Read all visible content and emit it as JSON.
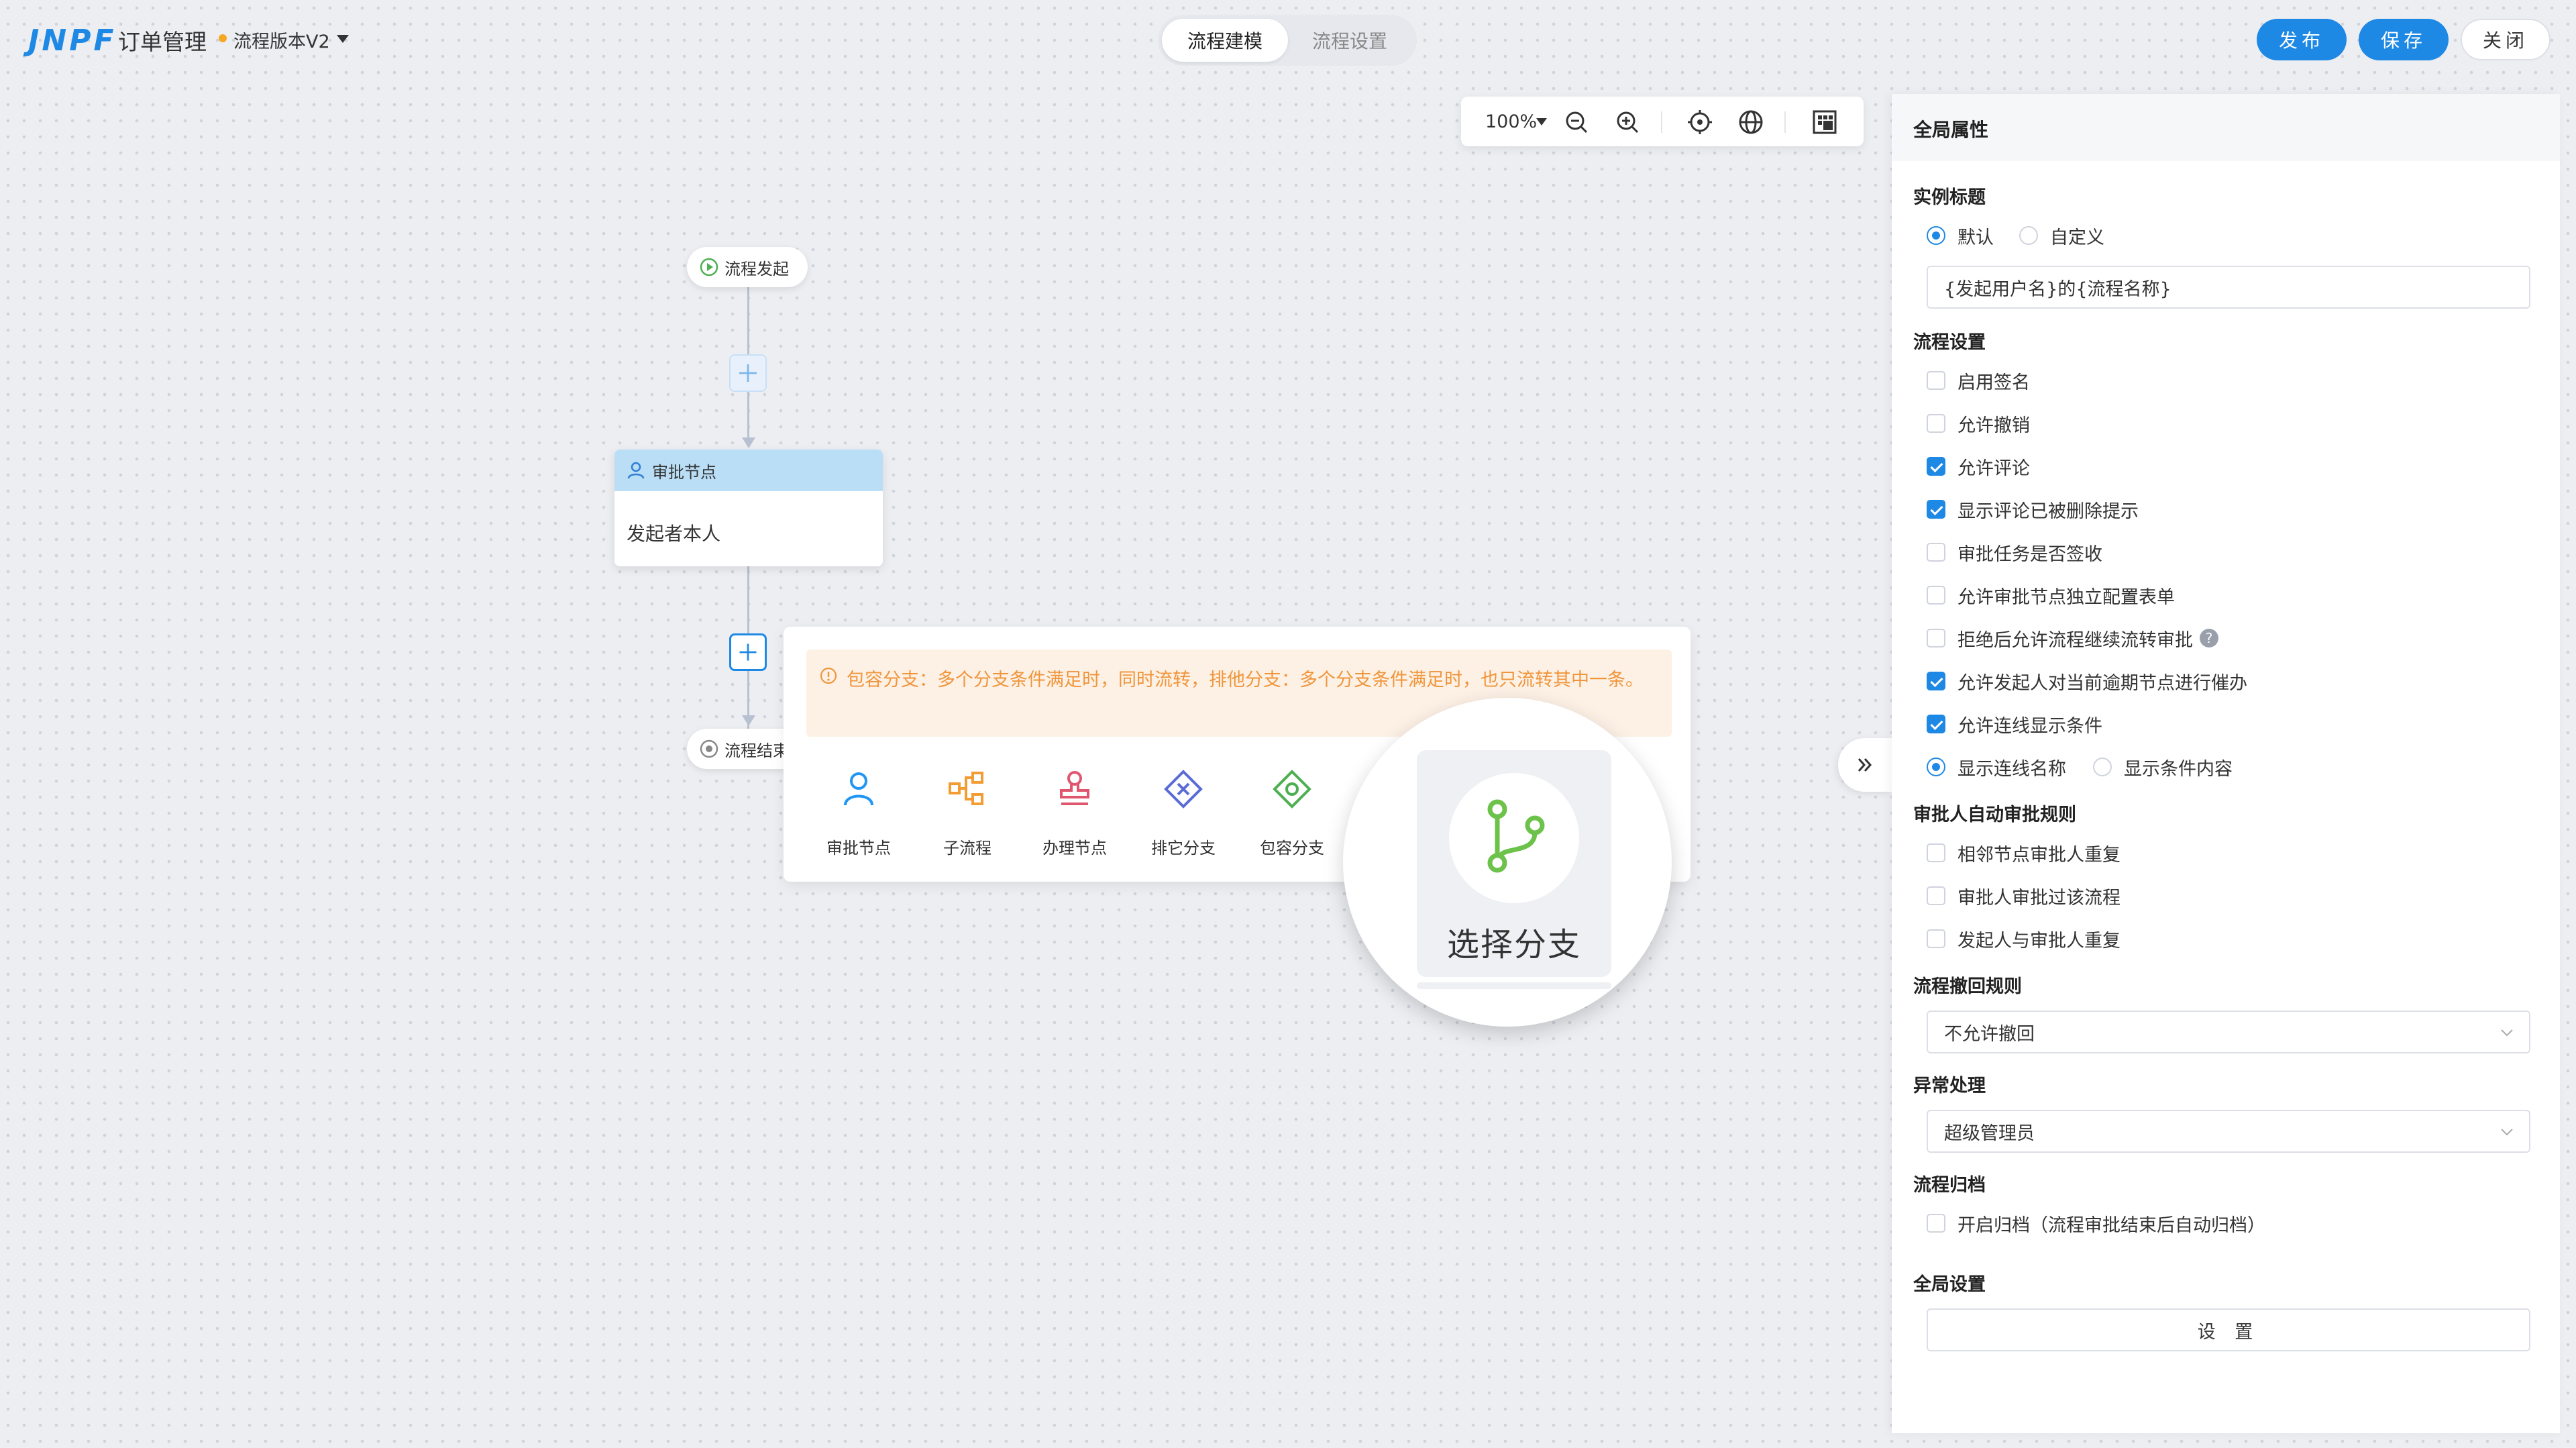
{
  "header": {
    "logo_text": "JNPF",
    "app_title": "订单管理",
    "version_label": "流程版本V2",
    "tabs": [
      {
        "label": "流程建模",
        "active": true
      },
      {
        "label": "流程设置",
        "active": false
      }
    ],
    "buttons": {
      "publish": "发布",
      "save": "保存",
      "close": "关闭"
    },
    "accent_color": "#1e88e5"
  },
  "toolbar": {
    "zoom": "100%",
    "icons": [
      "zoom-out-icon",
      "zoom-in-icon",
      "locate-icon",
      "globe-icon",
      "minimap-icon"
    ]
  },
  "flow": {
    "start_label": "流程发起",
    "approver_node": {
      "title": "审批节点",
      "content": "发起者本人"
    },
    "end_label": "流程结束"
  },
  "popup": {
    "notice": "包容分支：多个分支条件满足时，同时流转，排他分支：多个分支条件满足时，也只流转其中一条。",
    "items": [
      {
        "label": "审批节点",
        "icon": "user-icon"
      },
      {
        "label": "子流程",
        "icon": "subflow-icon"
      },
      {
        "label": "办理节点",
        "icon": "stamp-icon"
      },
      {
        "label": "排它分支",
        "icon": "exclusive-branch-icon"
      },
      {
        "label": "包容分支",
        "icon": "inclusive-branch-icon"
      }
    ],
    "magnified": {
      "label": "选择分支",
      "icon": "branch-icon"
    }
  },
  "panel": {
    "title": "全局属性",
    "instance_title": {
      "section": "实例标题",
      "options": [
        {
          "label": "默认",
          "checked": true
        },
        {
          "label": "自定义",
          "checked": false
        }
      ],
      "value": "{发起用户名}的{流程名称}"
    },
    "flow_settings": {
      "section": "流程设置",
      "items": [
        {
          "label": "启用签名",
          "checked": false
        },
        {
          "label": "允许撤销",
          "checked": false
        },
        {
          "label": "允许评论",
          "checked": true
        },
        {
          "label": "显示评论已被删除提示",
          "checked": true
        },
        {
          "label": "审批任务是否签收",
          "checked": false
        },
        {
          "label": "允许审批节点独立配置表单",
          "checked": false
        },
        {
          "label": "拒绝后允许流程继续流转审批",
          "checked": false,
          "help": true
        },
        {
          "label": "允许发起人对当前逾期节点进行催办",
          "checked": true
        },
        {
          "label": "允许连线显示条件",
          "checked": true
        }
      ],
      "display_options": [
        {
          "label": "显示连线名称",
          "checked": true
        },
        {
          "label": "显示条件内容",
          "checked": false
        }
      ]
    },
    "auto_rules": {
      "section": "审批人自动审批规则",
      "items": [
        {
          "label": "相邻节点审批人重复",
          "checked": false
        },
        {
          "label": "审批人审批过该流程",
          "checked": false
        },
        {
          "label": "发起人与审批人重复",
          "checked": false
        }
      ]
    },
    "revoke_rule": {
      "section": "流程撤回规则",
      "value": "不允许撤回"
    },
    "exception": {
      "section": "异常处理",
      "value": "超级管理员"
    },
    "archive": {
      "section": "流程归档",
      "items": [
        {
          "label": "开启归档（流程审批结束后自动归档）",
          "checked": false
        }
      ]
    },
    "global": {
      "section": "全局设置",
      "button": "设 置"
    }
  }
}
